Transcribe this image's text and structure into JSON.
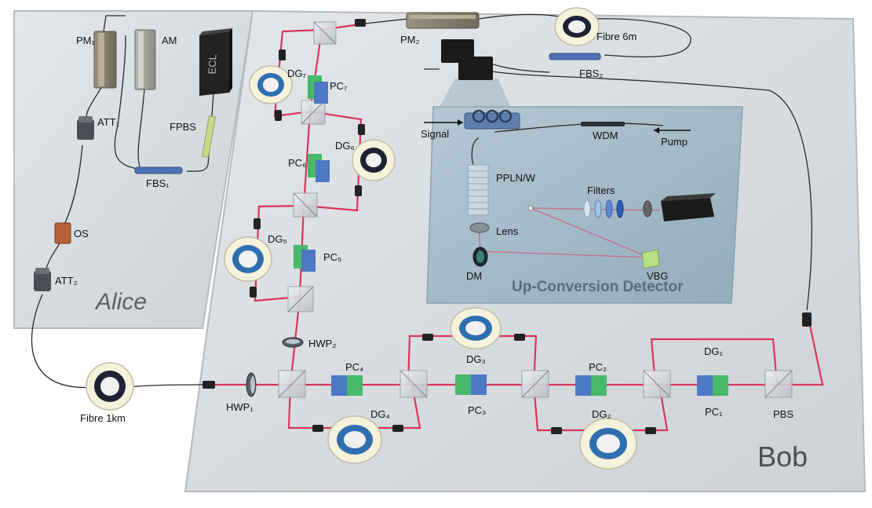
{
  "colors": {
    "board": "#d9dde1",
    "board_edge": "#aeb3b8",
    "detector_board": "#a3b9c6",
    "beam": "#d8365a",
    "fibre": "#2a2a2a",
    "coil_blue": "#2f6fb0",
    "coil_shell": "#f5f2dc",
    "pc_green": "#48b86a",
    "pc_blue": "#4c78c4"
  },
  "regions": {
    "alice": "Alice",
    "bob": "Bob",
    "detector": "Up-Conversion Detector"
  },
  "labels": {
    "pm1": "PM₁",
    "am": "AM",
    "ecl": "ECL",
    "att1": "ATT₁",
    "fpbs": "FPBS",
    "fbs1": "FBS₁",
    "os": "OS",
    "att2": "ATT₂",
    "fibre1km": "Fibre 1km",
    "pm2": "PM₂",
    "fibre6m": "Fibre 6m",
    "fbs2": "FBS₂",
    "dg7": "DG₇",
    "pc7": "PC₇",
    "dg6": "DG₆",
    "pc6": "PC₆",
    "dg5": "DG₅",
    "pc5": "PC₅",
    "hwp2": "HWP₂",
    "hwp1": "HWP₁",
    "pc4": "PC₄",
    "dg4": "DG₄",
    "dg3": "DG₃",
    "pc3": "PC₃",
    "pc2": "PC₂",
    "dg2": "DG₂",
    "dg1": "DG₁",
    "pc1": "PC₁",
    "pbs": "PBS",
    "signal": "Signal",
    "wdm": "WDM",
    "pump": "Pump",
    "ppln": "PPLN/W",
    "filters": "Filters",
    "lens": "Lens",
    "vbg": "VBG",
    "dm": "DM"
  }
}
